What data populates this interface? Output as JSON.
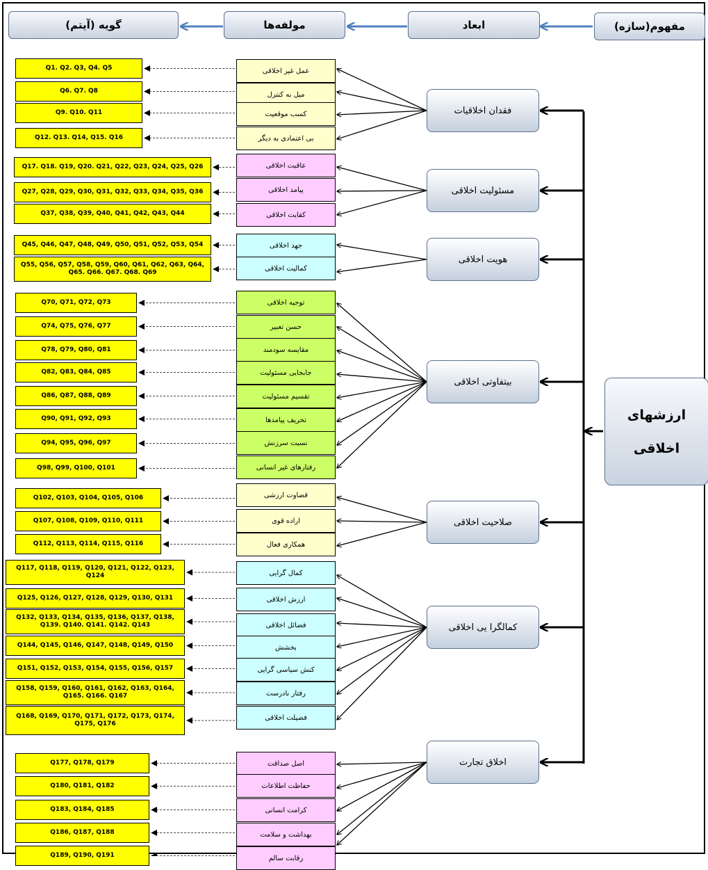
{
  "colors": {
    "arrow_blue": "#4f81bd",
    "item_fill": "#ffff00",
    "comp_colors": {
      "y": "#ffffcc",
      "p": "#ffccff",
      "c": "#ccffff",
      "g": "#ccff66"
    }
  },
  "header": {
    "construct": "مفهوم(سازه)",
    "dimensions": "ابعاد",
    "components": "مولفه‌ها",
    "items": "گویه (آیتم)"
  },
  "concept": {
    "line1": "ارزشهای",
    "line2": "اخلاقی"
  },
  "dimensions": [
    {
      "label": "فقدان اخلاقیات",
      "components": [
        {
          "label": "عمل غیر اخلاقی",
          "color": "y",
          "items": "Q1. Q2. Q3, Q4. Q5"
        },
        {
          "label": "میل به کنترل",
          "color": "y",
          "items": "Q6. Q7. Q8"
        },
        {
          "label": "کسب موقعیت",
          "color": "y",
          "items": "Q9. Q10. Q11"
        },
        {
          "label": "بی اعتمادی به دیگر",
          "color": "y",
          "items": "Q12. Q13. Q14, Q15. Q16"
        }
      ]
    },
    {
      "label": "مسئولیت اخلاقی",
      "components": [
        {
          "label": "عاقبت اخلاقی",
          "color": "p",
          "items": "Q17. Q18. Q19, Q20. Q21, Q22, Q23, Q24, Q25, Q26"
        },
        {
          "label": "پیامد اخلاقی",
          "color": "p",
          "items": "Q27, Q28, Q29, Q30, Q31, Q32, Q33, Q34, Q35, Q36"
        },
        {
          "label": "کفایت اخلاقی",
          "color": "p",
          "items": "Q37, Q38, Q39, Q40, Q41, Q42, Q43, Q44"
        }
      ]
    },
    {
      "label": "هویت اخلاقی",
      "components": [
        {
          "label": "جهد اخلاقی",
          "color": "c",
          "items": "Q45, Q46, Q47, Q48, Q49, Q50, Q51, Q52, Q53, Q54"
        },
        {
          "label": "کمالیت اخلاقی",
          "color": "c",
          "items": "Q55, Q56, Q57, Q58, Q59, Q60, Q61, Q62, Q63, Q64, Q65. Q66. Q67. Q68. Q69"
        }
      ]
    },
    {
      "label": "بیتفاوتی اخلاقی",
      "components": [
        {
          "label": "توجیه اخلاقی",
          "color": "g",
          "items": "Q70, Q71, Q72, Q73"
        },
        {
          "label": "حسن تعبیر",
          "color": "g",
          "items": "Q74, Q75, Q76, Q77"
        },
        {
          "label": "مقایسه سودمند",
          "color": "g",
          "items": "Q78, Q79, Q80, Q81"
        },
        {
          "label": "جابجایی مسئولیت",
          "color": "g",
          "items": "Q82, Q83, Q84, Q85"
        },
        {
          "label": "تقسیم مسئولیت",
          "color": "g",
          "items": "Q86, Q87, Q88, Q89"
        },
        {
          "label": "تحریف پیامدها",
          "color": "g",
          "items": "Q90, Q91, Q92, Q93"
        },
        {
          "label": "نسبت سرزنش",
          "color": "g",
          "items": "Q94, Q95, Q96, Q97"
        },
        {
          "label": "رفتارهای غیر انسانی",
          "color": "g",
          "items": "Q98, Q99, Q100, Q101"
        }
      ]
    },
    {
      "label": "صلاحیت اخلاقی",
      "components": [
        {
          "label": "قضاوت ارزشی",
          "color": "y",
          "items": "Q102, Q103, Q104, Q105, Q106"
        },
        {
          "label": "اراده قوی",
          "color": "y",
          "items": "Q107, Q108, Q109, Q110, Q111"
        },
        {
          "label": "همکاری فعال",
          "color": "y",
          "items": "Q112, Q113, Q114, Q115, Q116"
        }
      ]
    },
    {
      "label": "کمالگرا یی اخلاقی",
      "components": [
        {
          "label": "کمال گرایی",
          "color": "c",
          "items": "Q117, Q118, Q119, Q120, Q121, Q122, Q123, Q124"
        },
        {
          "label": "ارزش اخلاقی",
          "color": "c",
          "items": "Q125, Q126, Q127, Q128, Q129, Q130, Q131"
        },
        {
          "label": "فضائل اخلاقی",
          "color": "c",
          "items": "Q132, Q133, Q134, Q135, Q136, Q137, Q138, Q139. Q140. Q141. Q142. Q143"
        },
        {
          "label": "بخشش",
          "color": "c",
          "items": "Q144, Q145, Q146, Q147, Q148, Q149, Q150"
        },
        {
          "label": "کنش سیاسی گرایی",
          "color": "c",
          "items": "Q151, Q152, Q153, Q154, Q155, Q156, Q157"
        },
        {
          "label": "رفتار نادرست",
          "color": "c",
          "items": "Q158, Q159, Q160, Q161, Q162, Q163, Q164, Q165. Q166. Q167"
        },
        {
          "label": "فضیلت اخلاقی",
          "color": "c",
          "items": "Q168, Q169, Q170, Q171, Q172, Q173, Q174, Q175, Q176"
        }
      ]
    },
    {
      "label": "اخلاق تجارت",
      "components": [
        {
          "label": "اصل صداقت",
          "color": "p",
          "items": "Q177, Q178, Q179"
        },
        {
          "label": "حفاظت اطلاعات",
          "color": "p",
          "items": "Q180, Q181, Q182"
        },
        {
          "label": "کرامت انسانی",
          "color": "p",
          "items": "Q183, Q184, Q185"
        },
        {
          "label": "بهداشت و سلامت",
          "color": "p",
          "items": "Q186, Q187, Q188"
        },
        {
          "label": "رقابت سالم",
          "color": "p",
          "items": "Q189, Q190, Q191"
        }
      ]
    }
  ]
}
